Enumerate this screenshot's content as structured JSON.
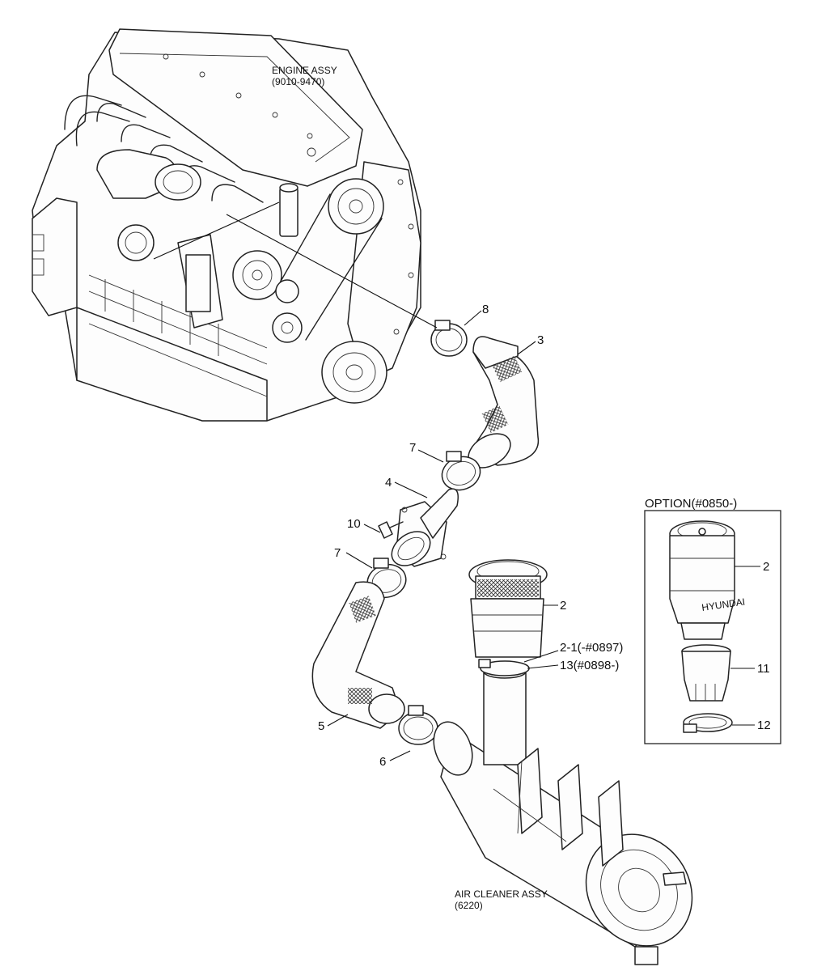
{
  "labels": {
    "engine_assy": "ENGINE ASSY",
    "engine_code": "(9010-9470)",
    "air_cleaner_assy": "AIR CLEANER ASSY",
    "air_cleaner_code": "(6220)",
    "option": "OPTION(#0850-)",
    "brand": "HYUNDAI"
  },
  "callouts": {
    "c8": "8",
    "c3": "3",
    "c7a": "7",
    "c4": "4",
    "c10": "10",
    "c7b": "7",
    "c2": "2",
    "c2_1": "2-1(-#0897)",
    "c13": "13(#0898-)",
    "c5": "5",
    "c6": "6",
    "opt2": "2",
    "opt11": "11",
    "opt12": "12"
  }
}
